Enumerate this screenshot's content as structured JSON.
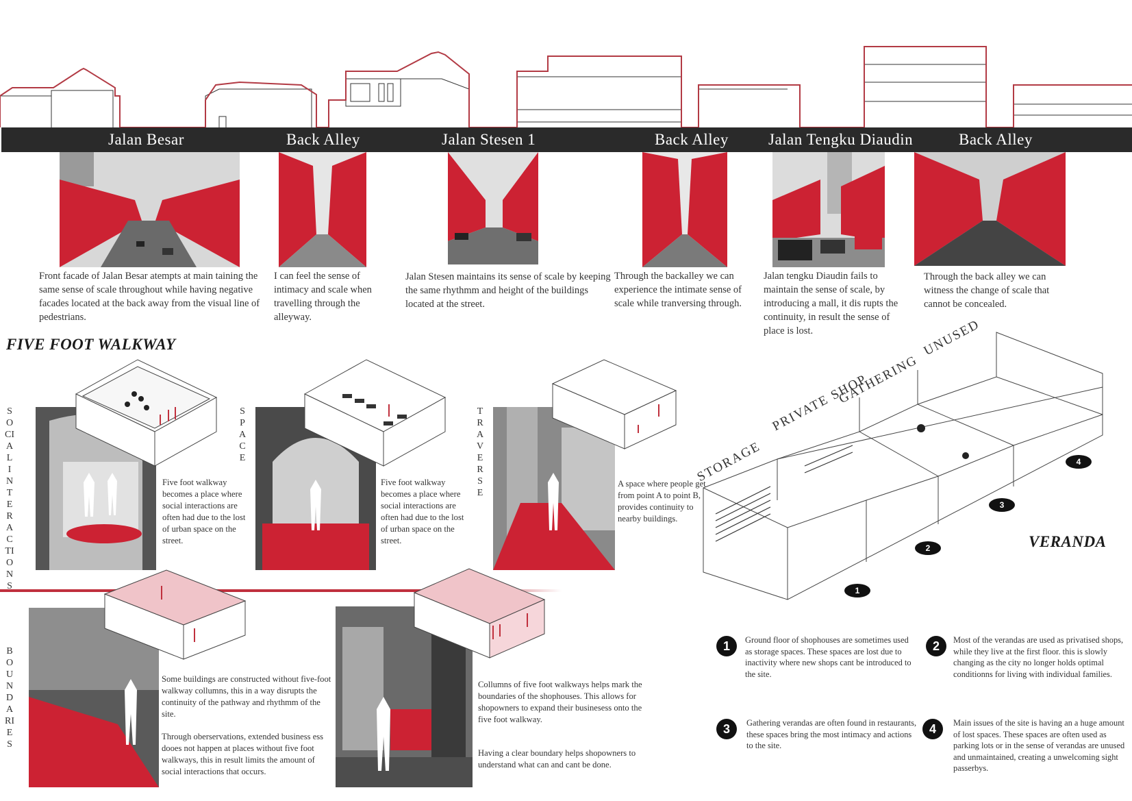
{
  "colors": {
    "accent_red": "#c0303d",
    "photo_red": "#cc2233",
    "bar": "#2a2a2a"
  },
  "streets": [
    {
      "label": "Jalan Besar"
    },
    {
      "label": "Back Alley"
    },
    {
      "label": "Jalan Stesen 1"
    },
    {
      "label": "Back Alley"
    },
    {
      "label": "Jalan Tengku Diaudin"
    },
    {
      "label": "Back Alley"
    }
  ],
  "captions": [
    "Front facade of Jalan Besar atempts at main taining the same sense of scale throughout while having negative facades located at the back away from the visual line of pedestrians.",
    "I can feel the sense of intimacy and scale when travelling through the alleyway.",
    "Jalan Stesen maintains its sense of scale by keeping the same rhythmm and height of the buildings located at the street.",
    "Through the backalley we can experience the intimate sense of scale while tranversing through.",
    "Jalan tengku Diaudin fails to maintain the sense of scale, by introducing a mall, it dis rupts the continuity, in result the sense of place is lost.",
    "Through the back alley we can witness the change of scale that cannot be concealed."
  ],
  "five_foot": {
    "title": "FIVE FOOT WALKWAY",
    "social_label": "SOCIAL INTERACTIONS",
    "space_label": "SPACE",
    "traverse_label": "TRAVERSE",
    "boundaries_label": "BOUNDARIES",
    "social_text": "Five foot walkway becomes a place where social interactions are often had due to the lost of urban space on the street.",
    "space_text": "Five foot walkway becomes a place where social interactions are often had due to the lost of urban space on the street.",
    "traverse_text": "A space where people get from point A to point B, provides continuity to nearby buildings.",
    "boundaries_text_1": "Some buildings are constructed without five-foot walkway collumns, this in a way disrupts the continuity of the pathway and rhythmm of the site.",
    "boundaries_text_2": "Through oberservations, extended business ess dooes not happen at places without five foot walkways, this in result limits the amount of social interactions that occurs.",
    "columns_text_1": "Collumns of five foot walkways helps mark the boundaries of the shophouses. This allows for shopowners to expand their businesess onto the five foot walkway.",
    "columns_text_2": "Having a clear boundary helps shopowners to understand what can and cant be done."
  },
  "veranda": {
    "title": "VERANDA",
    "zones": [
      "STORAGE",
      "PRIVATE SHOP",
      "GATHERING",
      "UNUSED"
    ],
    "markers": [
      "1",
      "2",
      "3",
      "4"
    ],
    "notes": [
      {
        "num": "1",
        "text": "Ground floor of shophouses are sometimes used as storage spaces. These spaces are lost due to inactivity where new shops cant be introduced to the site."
      },
      {
        "num": "2",
        "text": "Most of the verandas are used as privatised shops, while they live at the first floor. this is slowly changing as the city no longer holds optimal conditionns for living with individual families."
      },
      {
        "num": "3",
        "text": "Gathering verandas are often found in restaurants, these spaces bring the most intimacy and actions to the site."
      },
      {
        "num": "4",
        "text": "Main issues of the site is having an a huge amount of lost spaces. These spaces are often used as parking lots or in the sense of verandas are unused and unmaintained, creating a unwelcoming sight passerbys."
      }
    ]
  }
}
